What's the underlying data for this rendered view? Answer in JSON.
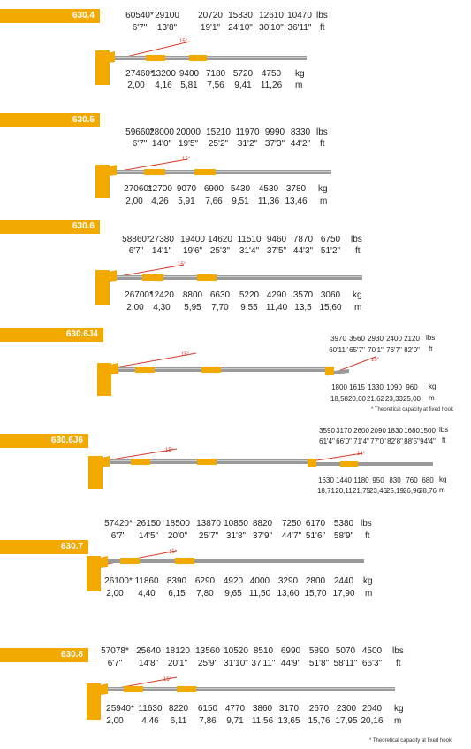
{
  "colors": {
    "accent": "#f2a900",
    "boom": "#9a9a9a",
    "angle_line": "#d63a2a"
  },
  "models": [
    {
      "name": "630.4",
      "angle": "15°",
      "lbs": [
        "60540*",
        "29100",
        "20720",
        "15830",
        "12610",
        "10470"
      ],
      "ft": [
        "6'7\"",
        "13'8\"",
        "19'1\"",
        "24'10\"",
        "30'10\"",
        "36'11\""
      ],
      "kg": [
        "27460*",
        "13200",
        "9400",
        "7180",
        "5720",
        "4750"
      ],
      "m": [
        "2,00",
        "4,16",
        "5,81",
        "7,56",
        "9,41",
        "11,26"
      ]
    },
    {
      "name": "630.5",
      "angle": "15°",
      "lbs": [
        "59660*",
        "28000",
        "20000",
        "15210",
        "11970",
        "9990",
        "8330"
      ],
      "ft": [
        "6'7\"",
        "14'0\"",
        "19'5\"",
        "25'2\"",
        "31'2\"",
        "37'3\"",
        "44'2\""
      ],
      "kg": [
        "27060*",
        "12700",
        "9070",
        "6900",
        "5430",
        "4530",
        "3780"
      ],
      "m": [
        "2,00",
        "4,26",
        "5,91",
        "7,66",
        "9,51",
        "11,36",
        "13,46"
      ]
    },
    {
      "name": "630.6",
      "angle": "15°",
      "lbs": [
        "58860*",
        "27380",
        "19400",
        "14620",
        "11510",
        "9460",
        "7870",
        "6750"
      ],
      "ft": [
        "6'7\"",
        "14'1\"",
        "19'6\"",
        "25'3\"",
        "31'4\"",
        "37'5\"",
        "44'3\"",
        "51'2\""
      ],
      "kg": [
        "26700*",
        "12420",
        "8800",
        "6630",
        "5220",
        "4290",
        "3570",
        "3060"
      ],
      "m": [
        "2,00",
        "4,30",
        "5,95",
        "7,70",
        "9,55",
        "11,40",
        "13,5",
        "15,60"
      ]
    },
    {
      "name": "630.6J4",
      "angle": "15°",
      "jib_angle": "10°",
      "lbs": [
        "3970",
        "3560",
        "2930",
        "2400",
        "2120"
      ],
      "ft": [
        "60'11\"",
        "65'7\"",
        "70'1\"",
        "76'7\"",
        "82'0\""
      ],
      "kg": [
        "1800",
        "1615",
        "1330",
        "1090",
        "960"
      ],
      "m": [
        "18,58",
        "20,00",
        "21,62",
        "23,33",
        "25,00"
      ],
      "note": "* Theoretical capacity at fixed hook"
    },
    {
      "name": "630.6J6",
      "angle": "15°",
      "jib_angle": "14°",
      "lbs": [
        "3590",
        "3170",
        "2600",
        "2090",
        "1830",
        "1680",
        "1500"
      ],
      "ft": [
        "61'4\"",
        "66'0\"",
        "71'4\"",
        "77'0\"",
        "82'8\"",
        "88'5\"",
        "94'4\""
      ],
      "kg": [
        "1630",
        "1440",
        "1180",
        "950",
        "830",
        "760",
        "680"
      ],
      "m": [
        "18,71",
        "20,11",
        "21,75",
        "23,46",
        "25,19",
        "26,96",
        "28,76"
      ]
    },
    {
      "name": "630.7",
      "angle": "15°",
      "lbs": [
        "57420*",
        "26150",
        "18500",
        "13870",
        "10850",
        "8820",
        "7250",
        "6170",
        "5380"
      ],
      "ft": [
        "6'7\"",
        "14'5\"",
        "20'0\"",
        "25'7\"",
        "31'8\"",
        "37'9\"",
        "44'7\"",
        "51'6\"",
        "58'9\""
      ],
      "kg": [
        "26100*",
        "11860",
        "8390",
        "6290",
        "4920",
        "4000",
        "3290",
        "2800",
        "2440"
      ],
      "m": [
        "2,00",
        "4,40",
        "6,15",
        "7,80",
        "9,65",
        "11,50",
        "13,60",
        "15,70",
        "17,90"
      ]
    },
    {
      "name": "630.8",
      "angle": "15°",
      "lbs": [
        "57078*",
        "25640",
        "18120",
        "13560",
        "10520",
        "8510",
        "6990",
        "5890",
        "5070",
        "4500"
      ],
      "ft": [
        "6'7\"",
        "14'8\"",
        "20'1\"",
        "25'9\"",
        "31'10\"",
        "37'11\"",
        "44'9\"",
        "51'8\"",
        "58'11\"",
        "66'3\""
      ],
      "kg": [
        "25940*",
        "11630",
        "8220",
        "6150",
        "4770",
        "3860",
        "3170",
        "2670",
        "2300",
        "2040"
      ],
      "m": [
        "2,00",
        "4,46",
        "6,11",
        "7,86",
        "9,71",
        "11,56",
        "13,65",
        "15,76",
        "17,95",
        "20,16"
      ]
    }
  ],
  "units": {
    "lbs": "lbs",
    "ft": "ft",
    "kg": "kg",
    "m": "m"
  },
  "footnote": "* Theoretical capacity at fixed hook"
}
